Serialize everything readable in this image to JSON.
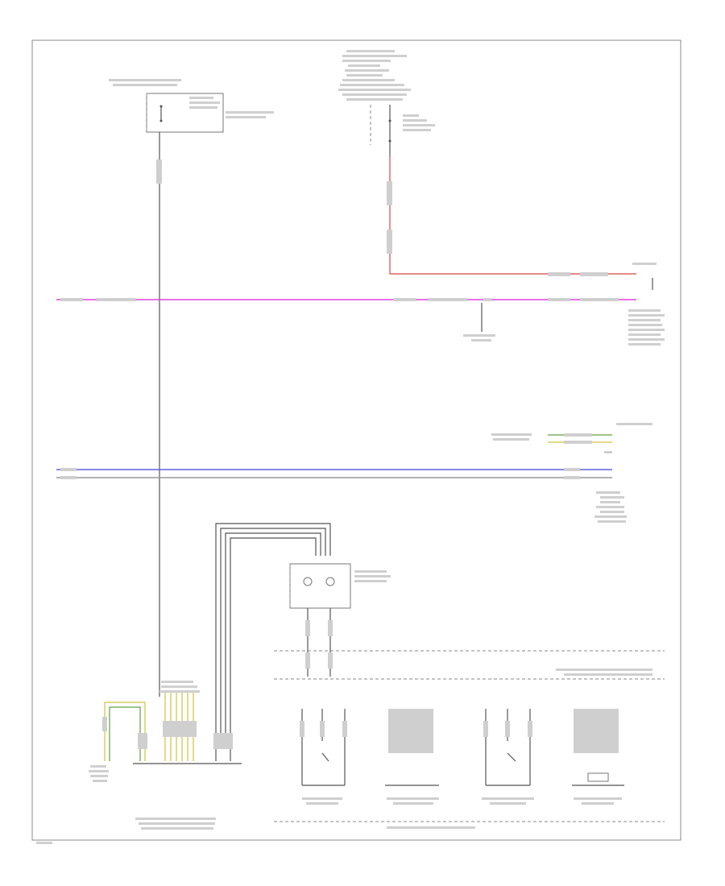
{
  "diagram": {
    "components": [
      {
        "name": "fuse-block-left"
      },
      {
        "name": "fuse-block-top-right"
      },
      {
        "name": "steering-wheel-controls-module"
      },
      {
        "name": "clockspring"
      },
      {
        "name": "steering-wheel-control-switches"
      }
    ],
    "colors": {
      "red": "#e06060",
      "pink": "#e040e0",
      "blue": "#6060e0",
      "gray": "#999999",
      "yellow": "#d0c040",
      "green": "#60a040",
      "black": "#555555"
    }
  }
}
